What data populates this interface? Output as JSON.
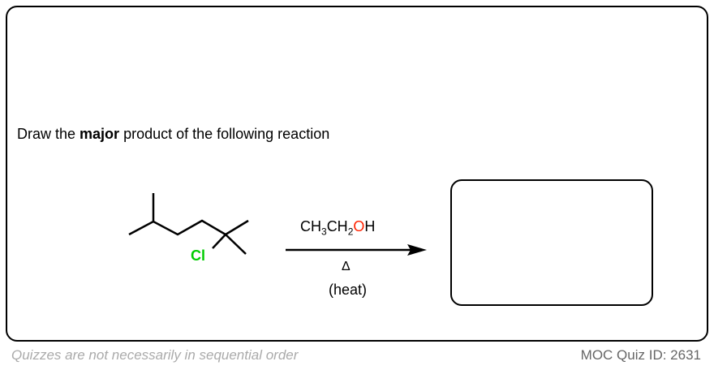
{
  "question": {
    "prefix": "Draw the ",
    "bold": "major",
    "suffix": " product of the following reaction"
  },
  "reactant": {
    "substituent": "Cl",
    "substituent_color": "#00cc00"
  },
  "reagent": {
    "parts": [
      "CH",
      "3",
      "CH",
      "2",
      "O",
      "H"
    ],
    "oxygen_color": "#ff2200"
  },
  "conditions": {
    "symbol": "Δ",
    "label": "(heat)"
  },
  "footer": {
    "note": "Quizzes are not necessarily in sequential order",
    "quiz_id": "MOC Quiz ID: 2631"
  }
}
